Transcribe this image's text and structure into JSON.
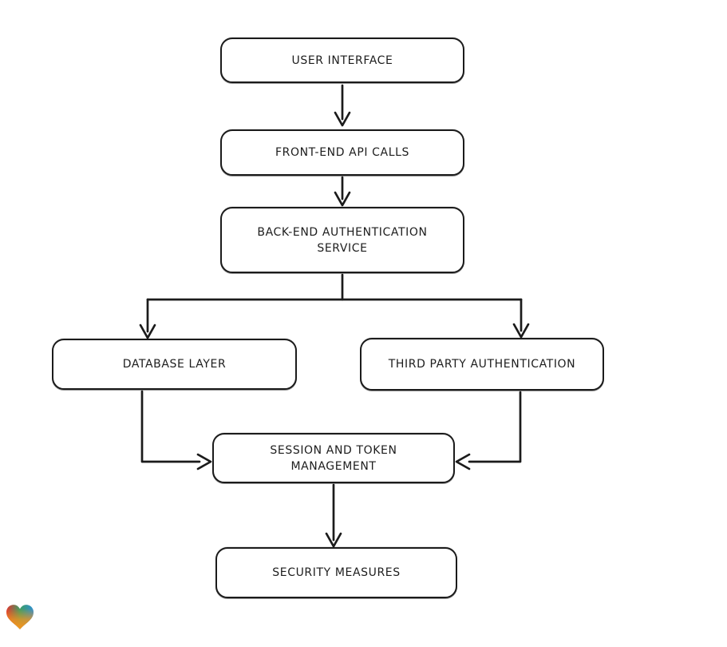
{
  "diagram": {
    "type": "flowchart",
    "style": {
      "stroke_color": "#1b1b1b",
      "node_fill": "#ffffff",
      "background": "#ffffff"
    },
    "nodes": [
      {
        "id": "user-interface",
        "label": "USER INTERFACE"
      },
      {
        "id": "front-end-api-calls",
        "label": "FRONT-END API CALLS"
      },
      {
        "id": "back-end-authentication-service",
        "label": "BACK-END AUTHENTICATION\nSERVICE"
      },
      {
        "id": "database-layer",
        "label": "DATABASE LAYER"
      },
      {
        "id": "third-party-authentication",
        "label": "THIRD PARTY AUTHENTICATION"
      },
      {
        "id": "session-and-token-management",
        "label": "SESSION AND TOKEN\nMANAGEMENT"
      },
      {
        "id": "security-measures",
        "label": "SECURITY MEASURES"
      }
    ],
    "edges": [
      {
        "from": "user-interface",
        "to": "front-end-api-calls"
      },
      {
        "from": "front-end-api-calls",
        "to": "back-end-authentication-service"
      },
      {
        "from": "back-end-authentication-service",
        "to": "database-layer"
      },
      {
        "from": "back-end-authentication-service",
        "to": "third-party-authentication"
      },
      {
        "from": "database-layer",
        "to": "session-and-token-management"
      },
      {
        "from": "third-party-authentication",
        "to": "session-and-token-management"
      },
      {
        "from": "session-and-token-management",
        "to": "security-measures"
      }
    ]
  },
  "watermark": {
    "icon": "heart-icon",
    "colors": {
      "red": "#e3342f",
      "green": "#3d9e63",
      "blue": "#2f8fd4",
      "orange": "#f7941d"
    }
  }
}
